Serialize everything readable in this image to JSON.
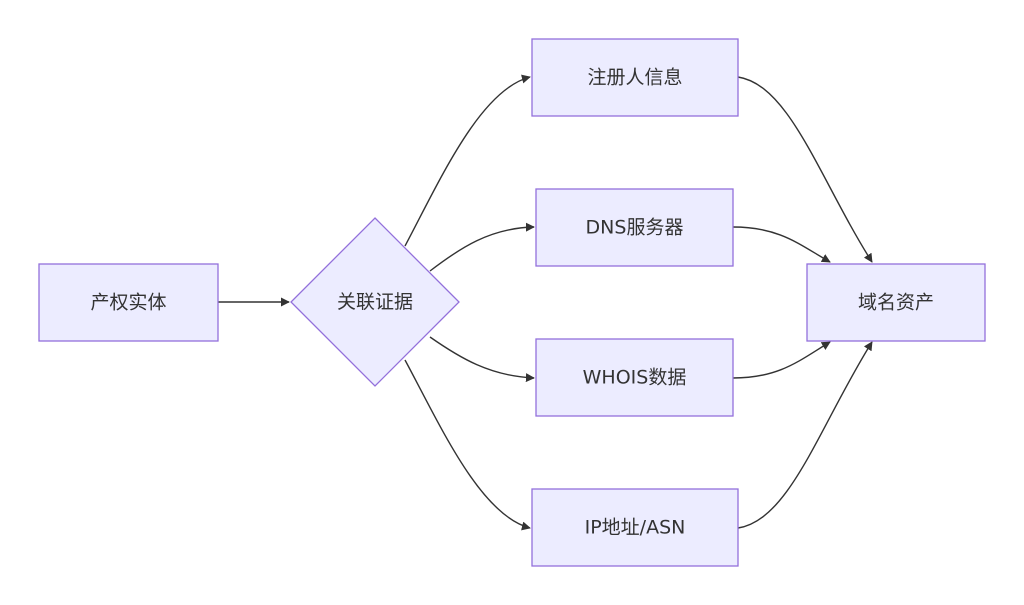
{
  "diagram": {
    "type": "flowchart",
    "direction": "left-to-right",
    "nodes": {
      "entity": {
        "label": "产权实体",
        "shape": "rectangle"
      },
      "evidence": {
        "label": "关联证据",
        "shape": "diamond"
      },
      "registrant": {
        "label": "注册人信息",
        "shape": "rectangle"
      },
      "dns": {
        "label": "DNS服务器",
        "shape": "rectangle"
      },
      "whois": {
        "label": "WHOIS数据",
        "shape": "rectangle"
      },
      "ip": {
        "label": "IP地址/ASN",
        "shape": "rectangle"
      },
      "domain": {
        "label": "域名资产",
        "shape": "rectangle"
      }
    },
    "edges": [
      {
        "from": "entity",
        "to": "evidence"
      },
      {
        "from": "evidence",
        "to": "registrant"
      },
      {
        "from": "evidence",
        "to": "dns"
      },
      {
        "from": "evidence",
        "to": "whois"
      },
      {
        "from": "evidence",
        "to": "ip"
      },
      {
        "from": "registrant",
        "to": "domain"
      },
      {
        "from": "dns",
        "to": "domain"
      },
      {
        "from": "whois",
        "to": "domain"
      },
      {
        "from": "ip",
        "to": "domain"
      }
    ],
    "colors": {
      "node_fill": "#ECECFF",
      "node_stroke": "#9370DB",
      "edge": "#333333",
      "text": "#333333"
    }
  }
}
